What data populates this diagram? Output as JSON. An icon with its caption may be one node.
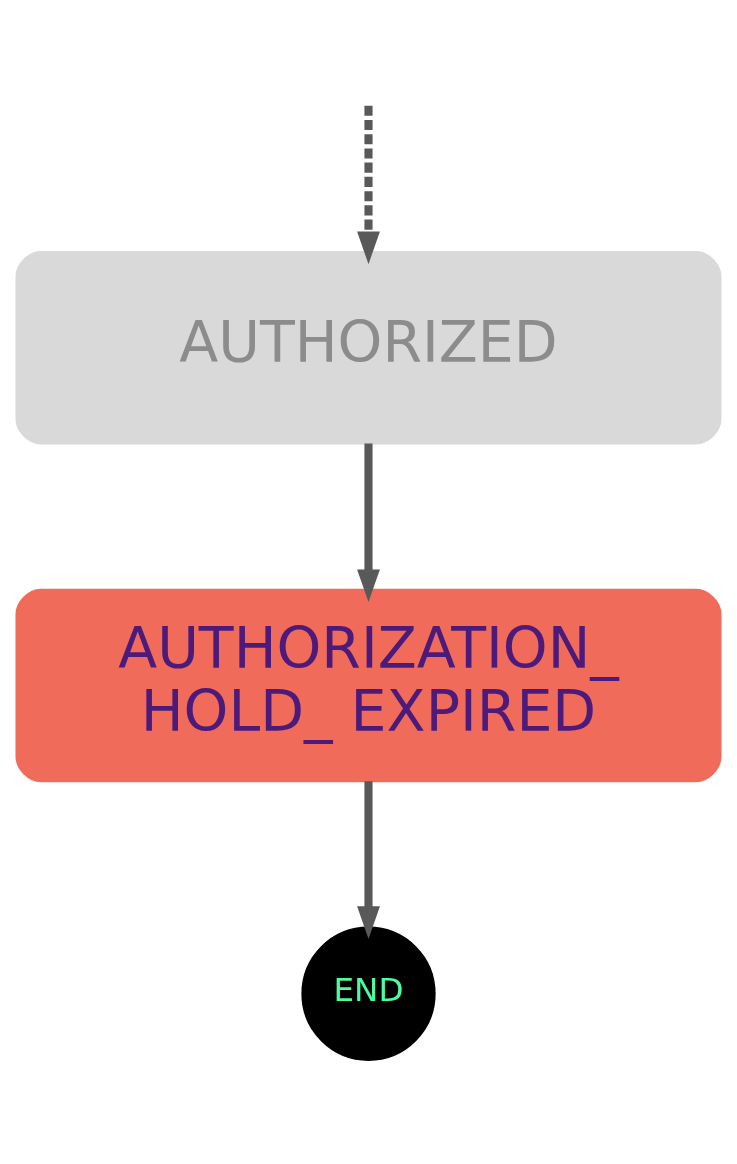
{
  "diagram": {
    "nodes": [
      {
        "text": [
          "AUTHORIZED"
        ]
      },
      {
        "text": [
          "AUTHORIZATION_ HOLD_ EXPIRED"
        ]
      },
      {
        "text": [
          "END"
        ]
      }
    ],
    "edges": [
      {
        "from": null,
        "to": 0,
        "arrow": "to",
        "style": "dashed"
      },
      {
        "from": 0,
        "to": 1,
        "arrow": "to"
      },
      {
        "from": 1,
        "to": 2,
        "arrow": "to"
      }
    ]
  }
}
